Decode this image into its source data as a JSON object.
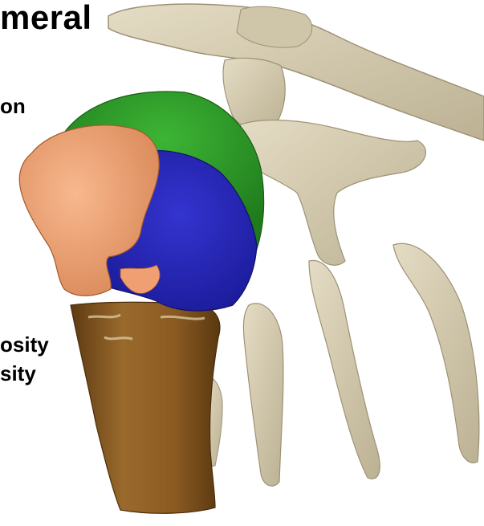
{
  "labels": {
    "title": "meral",
    "fragment_label": "on",
    "tuberosity_1": "osity",
    "tuberosity_2": "sity"
  },
  "colors": {
    "background": "#ffffff",
    "bone": "#d4cbb0",
    "bone_shadow": "#a89d7f",
    "head_segment": "#2f9a2a",
    "greater_tuberosity": "#f0a478",
    "lesser_tuberosity": "#2323b8",
    "shaft": "#8a5a22"
  },
  "segments": [
    "head_segment",
    "greater_tuberosity",
    "lesser_tuberosity",
    "shaft"
  ]
}
